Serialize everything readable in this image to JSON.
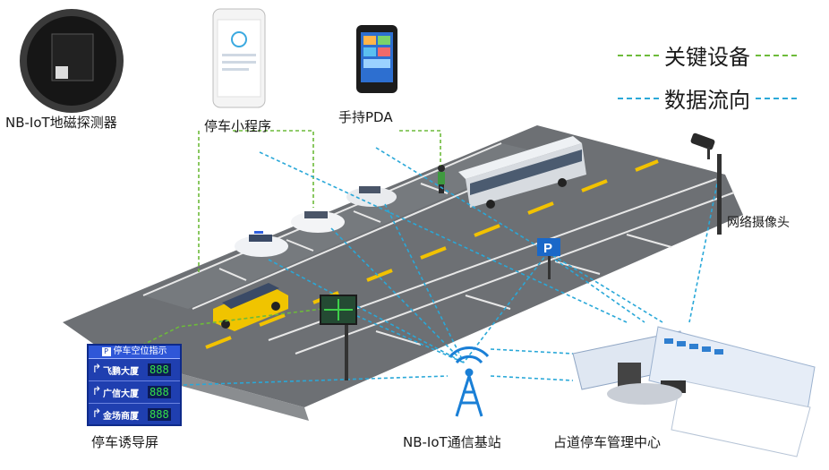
{
  "labels": {
    "geomagnetic_detector": "NB-IoT地磁探测器",
    "mini_program": "停车小程序",
    "handheld_pda": "手持PDA",
    "network_camera": "网络摄像头",
    "guidance_screen": "停车诱导屏",
    "base_station": "NB-IoT通信基站",
    "management_center": "占道停车管理中心"
  },
  "legend": {
    "key_devices": "关键设备",
    "data_flow": "数据流向"
  },
  "guidance_board": {
    "title": "停车空位指示",
    "rows": [
      {
        "name": "飞鹏大厦",
        "count": "888"
      },
      {
        "name": "广信大厦",
        "count": "888"
      },
      {
        "name": "金场商厦",
        "count": "888"
      }
    ]
  },
  "parking_sign": "P",
  "colors": {
    "key_device_line": "#6dbb3a",
    "data_flow_line": "#2aa8d8",
    "road": "#6b6e72",
    "lane_marking": "#f2c200"
  }
}
